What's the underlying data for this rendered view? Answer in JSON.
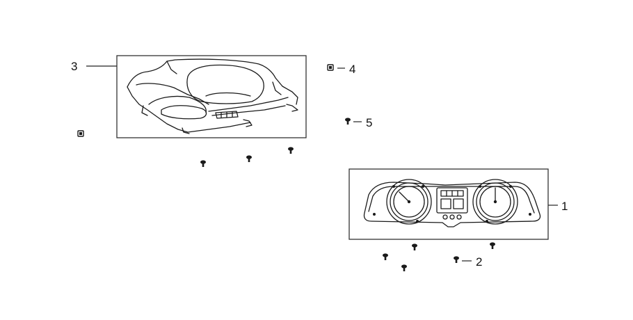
{
  "callouts": {
    "part_1": "1",
    "part_2": "2",
    "part_3": "3",
    "part_4": "4",
    "part_5": "5"
  },
  "icons": {
    "screw": "screw-icon",
    "clip_nut": "clip-nut-icon",
    "meter_cover": "meter-cover-icon",
    "meter_assembly": "meter-assembly-icon"
  },
  "colors": {
    "line": "#1a1a1a",
    "background": "#ffffff"
  }
}
